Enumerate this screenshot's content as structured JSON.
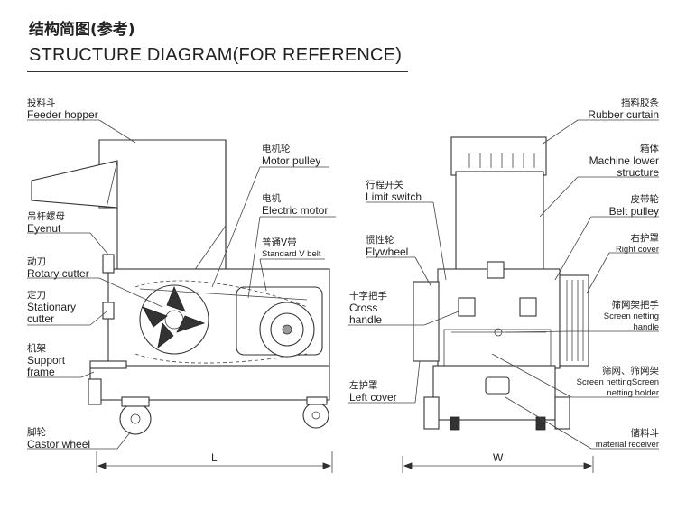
{
  "header": {
    "title_cn": "结构简图(参考)",
    "title_en": "STRUCTURE DIAGRAM(FOR REFERENCE)"
  },
  "left_view": {
    "labels": [
      {
        "id": "feeder-hopper",
        "cn": "投料斗",
        "en": [
          "Feeder hopper"
        ]
      },
      {
        "id": "eyenut",
        "cn": "吊杆螺母",
        "en": [
          "Eyenut"
        ]
      },
      {
        "id": "rotary-cutter",
        "cn": "动刀",
        "en": [
          "Rotary cutter"
        ]
      },
      {
        "id": "stationary-cutter",
        "cn": "定刀",
        "en": [
          "Stationary",
          "cutter"
        ]
      },
      {
        "id": "support-frame",
        "cn": "机架",
        "en": [
          "Support",
          "frame"
        ]
      },
      {
        "id": "castor-wheel",
        "cn": "脚轮",
        "en": [
          "Castor wheel"
        ]
      },
      {
        "id": "motor-pulley",
        "cn": "电机轮",
        "en": [
          "Motor pulley"
        ]
      },
      {
        "id": "electric-motor",
        "cn": "电机",
        "en": [
          "Electric motor"
        ]
      },
      {
        "id": "v-belt",
        "cn": "普通V带",
        "en": [
          "Standard V belt"
        ]
      }
    ],
    "dimension": "L"
  },
  "right_view": {
    "labels": [
      {
        "id": "limit-switch",
        "cn": "行程开关",
        "en": [
          "Limit switch"
        ]
      },
      {
        "id": "flywheel",
        "cn": "惯性轮",
        "en": [
          "Flywheel"
        ]
      },
      {
        "id": "cross-handle",
        "cn": "十字把手",
        "en": [
          "Cross",
          "handle"
        ]
      },
      {
        "id": "left-cover",
        "cn": "左护罩",
        "en": [
          "Left cover"
        ]
      },
      {
        "id": "rubber-curtain",
        "cn": "挡料胶条",
        "en": [
          "Rubber curtain"
        ]
      },
      {
        "id": "machine-lower-structure",
        "cn": "箱体",
        "en": [
          "Machine lower",
          "structure"
        ]
      },
      {
        "id": "belt-pulley",
        "cn": "皮带轮",
        "en": [
          "Belt pulley"
        ]
      },
      {
        "id": "right-cover",
        "cn": "右护罩",
        "en": [
          "Right cover"
        ]
      },
      {
        "id": "screen-netting-handle",
        "cn": "筛网架把手",
        "en": [
          "Screen netting",
          "handle"
        ]
      },
      {
        "id": "screen-netting-holder",
        "cn": "筛网、筛网架",
        "en": [
          "Screen nettingScreen",
          "netting holder"
        ]
      },
      {
        "id": "material-receiver",
        "cn": "储料斗",
        "en": [
          "material receiver"
        ]
      }
    ],
    "dimension": "W"
  }
}
